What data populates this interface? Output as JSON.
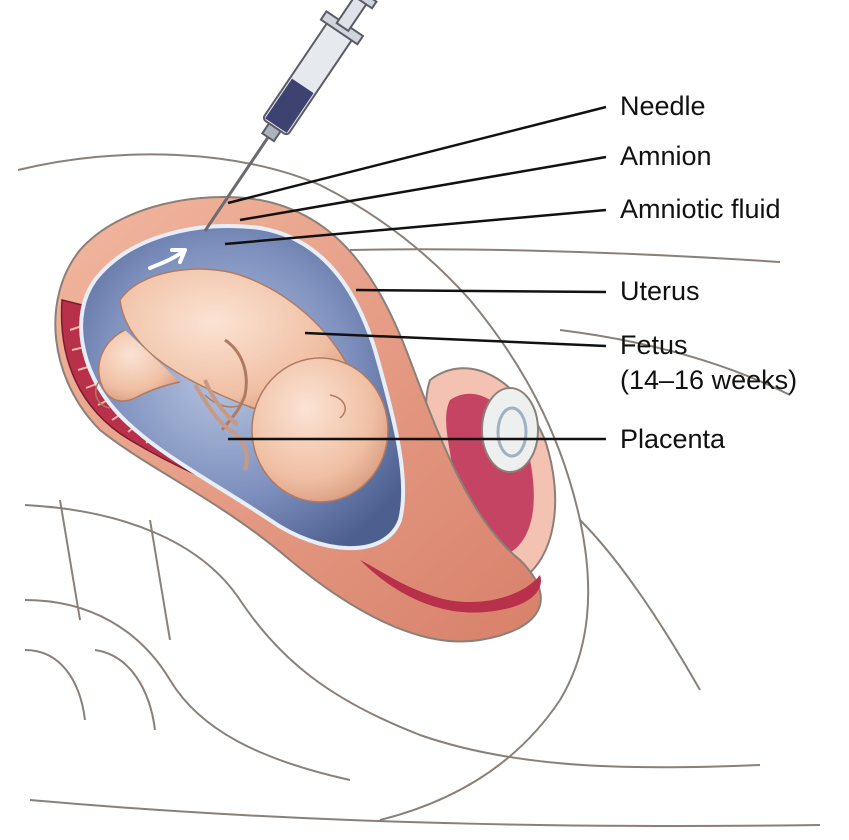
{
  "labels": {
    "needle": "Needle",
    "amnion": "Amnion",
    "amniotic_fluid": "Amniotic fluid",
    "uterus": "Uterus",
    "fetus": "Fetus",
    "fetus_age": "(14–16 weeks)",
    "placenta": "Placenta"
  },
  "colors": {
    "outline": "#8a8078",
    "uterus_wall": "#e9a48c",
    "uterus_muscle": "#d9826c",
    "fluid": "#5c6f9e",
    "fluid_light": "#a8b8d6",
    "fetus_skin": "#f2c7ae",
    "placenta": "#b8304a",
    "label_line": "#111111"
  }
}
